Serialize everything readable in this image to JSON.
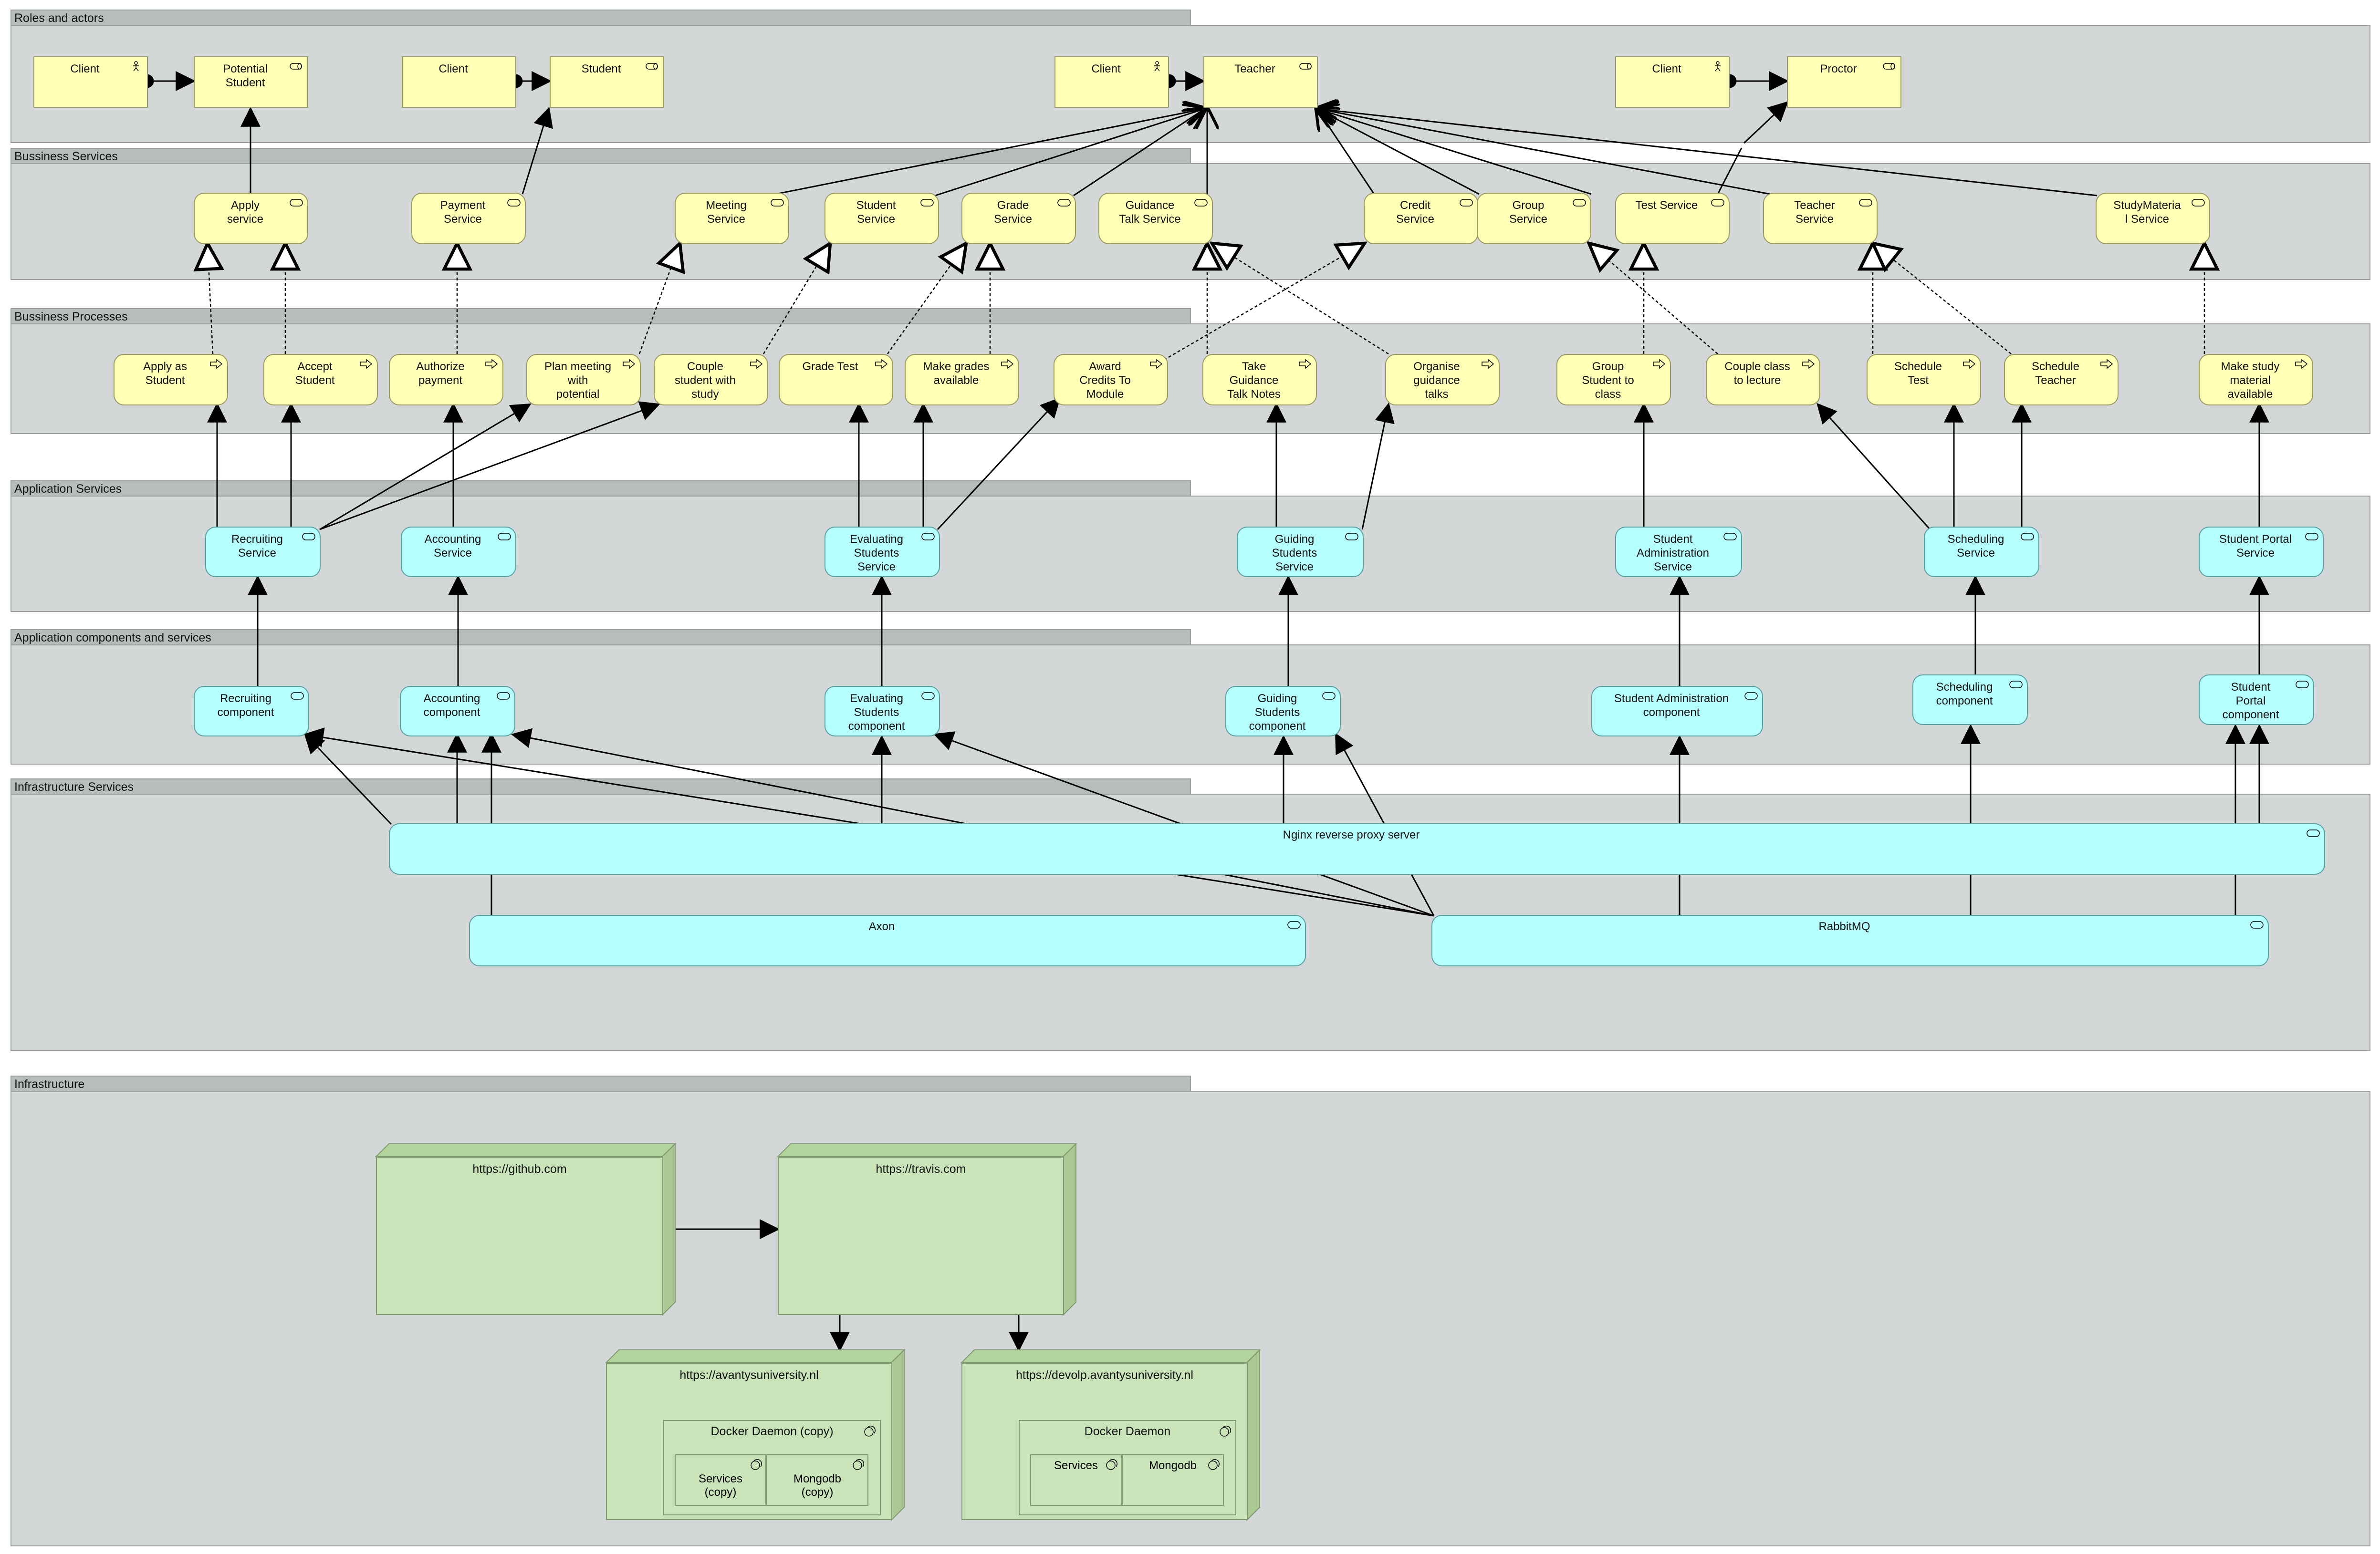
{
  "layers": {
    "roles": "Roles and actors",
    "biz_services": "Bussiness Services",
    "biz_processes": "Bussiness Processes",
    "app_services": "Application Services",
    "app_components": "Application components and services",
    "infra_services": "Infrastructure Services",
    "infrastructure": "Infrastructure"
  },
  "roles": {
    "client1": "Client",
    "potential_student": "Potential\nStudent",
    "client2": "Client",
    "student": "Student",
    "client3": "Client",
    "teacher": "Teacher",
    "client4": "Client",
    "proctor": "Proctor"
  },
  "biz_services": {
    "apply": "Apply\nservice",
    "payment": "Payment\nService",
    "meeting": "Meeting\nService",
    "student": "Student\nService",
    "grade": "Grade\nService",
    "guidance": "Guidance\nTalk Service",
    "credit": "Credit\nService",
    "group": "Group\nService",
    "test": "Test Service",
    "teacher": "Teacher\nService",
    "studymaterial": "StudyMateria\nl Service"
  },
  "biz_processes": {
    "apply_student": "Apply as\nStudent",
    "accept_student": "Accept\nStudent",
    "authorize_payment": "Authorize\npayment",
    "plan_meeting": "Plan meeting\nwith\npotential",
    "couple_student": "Couple\nstudent with\nstudy",
    "grade_test": "Grade Test",
    "make_grades": "Make grades\navailable",
    "award_credits": "Award\nCredits To\nModule",
    "take_guidance": "Take\nGuidance\nTalk Notes",
    "organise_guidance": "Organise\nguidance\ntalks",
    "group_student": "Group\nStudent to\nclass",
    "couple_class": "Couple class\nto lecture",
    "schedule_test": "Schedule\nTest",
    "schedule_teacher": "Schedule\nTeacher",
    "make_study": "Make study\nmaterial\navailable"
  },
  "app_services": {
    "recruiting": "Recruiting\nService",
    "accounting": "Accounting\nService",
    "evaluating": "Evaluating\nStudents\nService",
    "guiding": "Guiding\nStudents\nService",
    "student_admin": "Student\nAdministration\nService",
    "scheduling": "Scheduling\nService",
    "portal": "Student Portal\nService"
  },
  "app_components": {
    "recruiting": "Recruiting\ncomponent",
    "accounting": "Accounting\ncomponent",
    "evaluating": "Evaluating\nStudents\ncomponent",
    "guiding": "Guiding\nStudents\ncomponent",
    "student_admin": "Student Administration\ncomponent",
    "scheduling": "Scheduling\ncomponent",
    "portal": "Student\nPortal\ncomponent"
  },
  "infra_services": {
    "nginx": "Nginx reverse proxy server",
    "axon": "Axon",
    "rabbitmq": "RabbitMQ"
  },
  "infrastructure": {
    "github": "https://github.com",
    "travis": "https://travis.com",
    "avantys": "https://avantysuniversity.nl",
    "devolp": "https://devolp.avantysuniversity.nl",
    "docker_copy": "Docker Daemon (copy)",
    "services_copy": "Services\n(copy)",
    "mongodb_copy": "Mongodb\n(copy)",
    "docker": "Docker Daemon",
    "services": "Services",
    "mongodb": "Mongodb"
  },
  "colors": {
    "layer_bg": "#d3d7d7",
    "layer_tab": "#b7bcbc",
    "business": "#ffffb5",
    "application": "#b5ffff",
    "technology": "#c9e4b8"
  }
}
